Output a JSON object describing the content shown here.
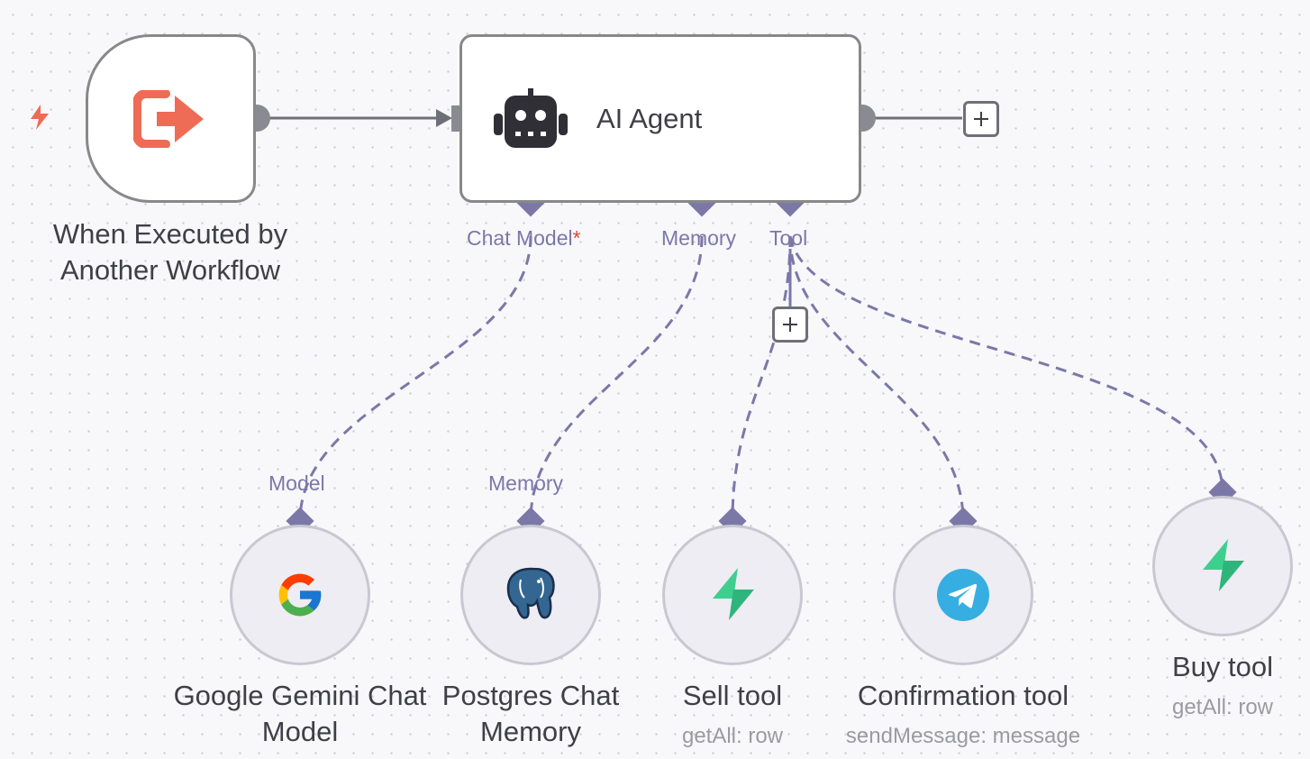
{
  "nodes": {
    "trigger": {
      "title_line1": "When Executed by",
      "title_line2": "Another Workflow",
      "icon": "sign-out-icon",
      "icon_color": "#ef6b55"
    },
    "agent": {
      "title": "AI Agent",
      "icon": "robot-icon",
      "handles": {
        "chat_model": "Chat Model",
        "chat_model_required": "*",
        "memory": "Memory",
        "tool": "Tool"
      }
    },
    "gemini": {
      "title_line1": "Google Gemini Chat",
      "title_line2": "Model",
      "handle": "Model",
      "icon": "google-icon"
    },
    "postgres": {
      "title_line1": "Postgres Chat",
      "title_line2": "Memory",
      "handle": "Memory",
      "icon": "postgres-elephant-icon"
    },
    "sell": {
      "title": "Sell tool",
      "subtitle": "getAll: row",
      "icon": "supabase-icon"
    },
    "confirmation": {
      "title": "Confirmation tool",
      "subtitle": "sendMessage: message",
      "icon": "telegram-icon"
    },
    "buy": {
      "title": "Buy tool",
      "subtitle": "getAll: row",
      "icon": "supabase-icon"
    }
  },
  "colors": {
    "connection": "#7b78a8",
    "main_edge": "#6f6f78",
    "node_border": "#888888",
    "trigger_accent": "#ef6b55",
    "supabase_green": "#3ecf8e",
    "telegram_blue": "#37aee2"
  }
}
